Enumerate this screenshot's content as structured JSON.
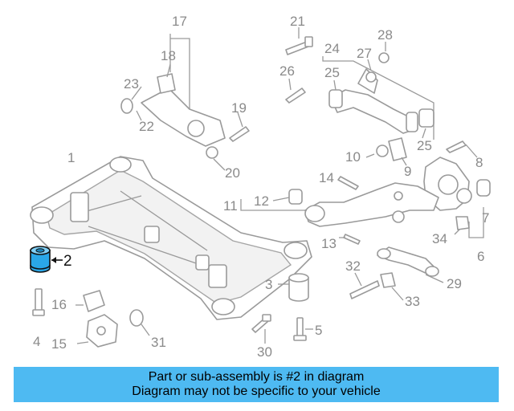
{
  "diagram": {
    "highlight_color": "#2aa7e8",
    "callouts": [
      {
        "id": "c1",
        "text": "1"
      },
      {
        "id": "c2",
        "text": "2"
      },
      {
        "id": "c3",
        "text": "3"
      },
      {
        "id": "c4",
        "text": "4"
      },
      {
        "id": "c5",
        "text": "5"
      },
      {
        "id": "c6",
        "text": "6"
      },
      {
        "id": "c7",
        "text": "7"
      },
      {
        "id": "c8",
        "text": "8"
      },
      {
        "id": "c9",
        "text": "9"
      },
      {
        "id": "c10",
        "text": "10"
      },
      {
        "id": "c11",
        "text": "11"
      },
      {
        "id": "c12",
        "text": "12"
      },
      {
        "id": "c13",
        "text": "13"
      },
      {
        "id": "c14",
        "text": "14"
      },
      {
        "id": "c15",
        "text": "15"
      },
      {
        "id": "c16",
        "text": "16"
      },
      {
        "id": "c17",
        "text": "17"
      },
      {
        "id": "c18",
        "text": "18"
      },
      {
        "id": "c19",
        "text": "19"
      },
      {
        "id": "c20",
        "text": "20"
      },
      {
        "id": "c21",
        "text": "21"
      },
      {
        "id": "c22",
        "text": "22"
      },
      {
        "id": "c23",
        "text": "23"
      },
      {
        "id": "c24",
        "text": "24"
      },
      {
        "id": "c25a",
        "text": "25"
      },
      {
        "id": "c25b",
        "text": "25"
      },
      {
        "id": "c26",
        "text": "26"
      },
      {
        "id": "c27",
        "text": "27"
      },
      {
        "id": "c28",
        "text": "28"
      },
      {
        "id": "c29",
        "text": "29"
      },
      {
        "id": "c30",
        "text": "30"
      },
      {
        "id": "c31",
        "text": "31"
      },
      {
        "id": "c32",
        "text": "32"
      },
      {
        "id": "c33",
        "text": "33"
      },
      {
        "id": "c34",
        "text": "34"
      }
    ]
  },
  "caption": {
    "line1": "Part or sub-assembly is #2 in diagram",
    "line2": "Diagram may not be specific to your vehicle",
    "background": "#4ebaf2"
  }
}
